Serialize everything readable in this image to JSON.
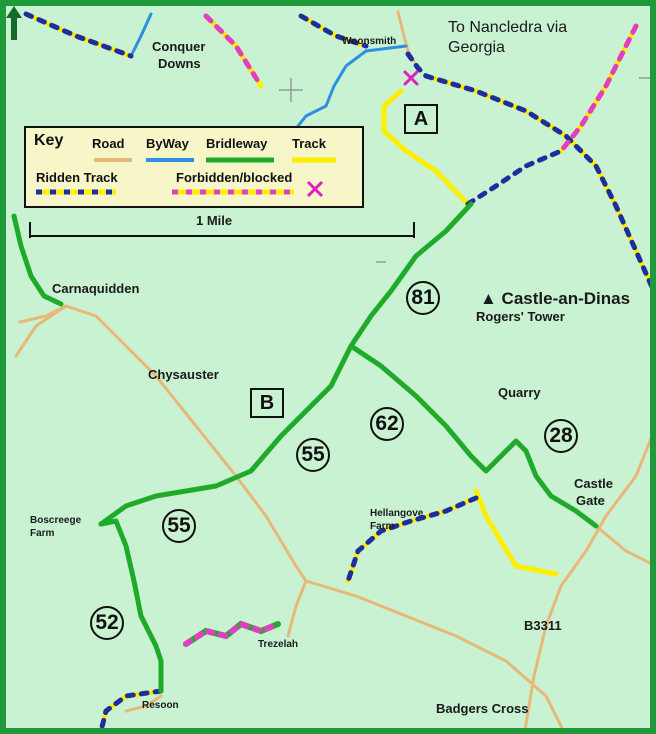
{
  "map": {
    "colors": {
      "background": "#c8f2d2",
      "border": "#1f9a3a",
      "road": "#e8b878",
      "byway": "#2f8fe0",
      "bridleway": "#1faa2a",
      "track": "#ffee00",
      "ridden_dash": "#1b2fa0",
      "forbidden_dash": "#e040c0",
      "forbidden_mark": "#e020c0",
      "key_bg": "#f7f6c9"
    },
    "key": {
      "title": "Key",
      "road": "Road",
      "byway": "ByWay",
      "bridleway": "Bridleway",
      "track": "Track",
      "ridden_track": "Ridden Track",
      "forbidden": "Forbidden/blocked"
    },
    "scale_label": "1 Mile",
    "direction": {
      "line1": "To Nancledra via",
      "line2": "Georgia"
    },
    "points": {
      "a": "A",
      "b": "B"
    },
    "routes": [
      "81",
      "62",
      "55",
      "55",
      "28",
      "52"
    ],
    "places": {
      "conquer_downs_1": "Conquer",
      "conquer_downs_2": "Downs",
      "woonsmith": "Woonsmith",
      "carnaquidden": "Carnaquidden",
      "castle_an_dinas": "▲ Castle-an-Dinas",
      "rogers_tower": "Rogers' Tower",
      "chysauster": "Chysauster",
      "quarry": "Quarry",
      "castle_gate_1": "Castle",
      "castle_gate_2": "Gate",
      "boscreege_1": "Boscreege",
      "boscreege_2": "Farm",
      "hellangove_1": "Hellangove",
      "hellangove_2": "Farm",
      "b3311": "B3311",
      "trezelah": "Trezelah",
      "resoon": "Resoon",
      "badgers_cross": "Badgers Cross"
    }
  }
}
